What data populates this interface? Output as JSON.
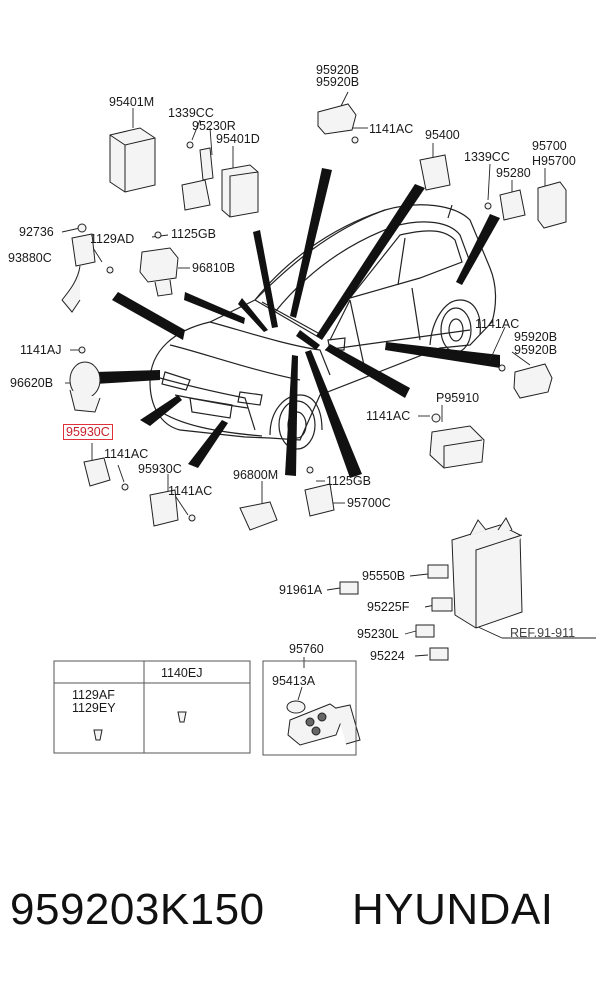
{
  "labels": {
    "p95920B_top_a": "95920B",
    "p95920B_top_b": "95920B",
    "p95401M": "95401M",
    "p1339CC_a": "1339CC",
    "p95230R": "95230R",
    "p95401D": "95401D",
    "p1141AC_top": "1141AC",
    "p95400": "95400",
    "p1339CC_b": "1339CC",
    "p95700": "95700",
    "pH95700": "H95700",
    "p95280": "95280",
    "p92736": "92736",
    "p1129AD": "1129AD",
    "p1125GB_a": "1125GB",
    "p93880C": "93880C",
    "p96810B": "96810B",
    "p1141AJ": "1141AJ",
    "p96620B": "96620B",
    "p1141AC_right": "1141AC",
    "p95920B_right_a": "95920B",
    "p95920B_right_b": "95920B",
    "p1141AC_mid": "1141AC",
    "pP95910": "P95910",
    "p95930C_hl": "95930C",
    "p1141AC_left": "1141AC",
    "p95930C": "95930C",
    "p1141AC_low": "1141AC",
    "p96800M": "96800M",
    "p1125GB_b": "1125GB",
    "p95700C": "95700C",
    "p95550B": "95550B",
    "p91961A": "91961A",
    "p95225F": "95225F",
    "p95230L": "95230L",
    "pREF": "REF.91-911",
    "p95224": "95224",
    "p95760": "95760",
    "p95413A": "95413A"
  },
  "table": {
    "col1_line1": "1129AF",
    "col1_line2": "1129EY",
    "col2_header": "1140EJ"
  },
  "footer": {
    "part_number": "959203K150",
    "brand": "HYUNDAI"
  },
  "colors": {
    "highlight": "#e0303a",
    "line": "#1a1a1a"
  }
}
